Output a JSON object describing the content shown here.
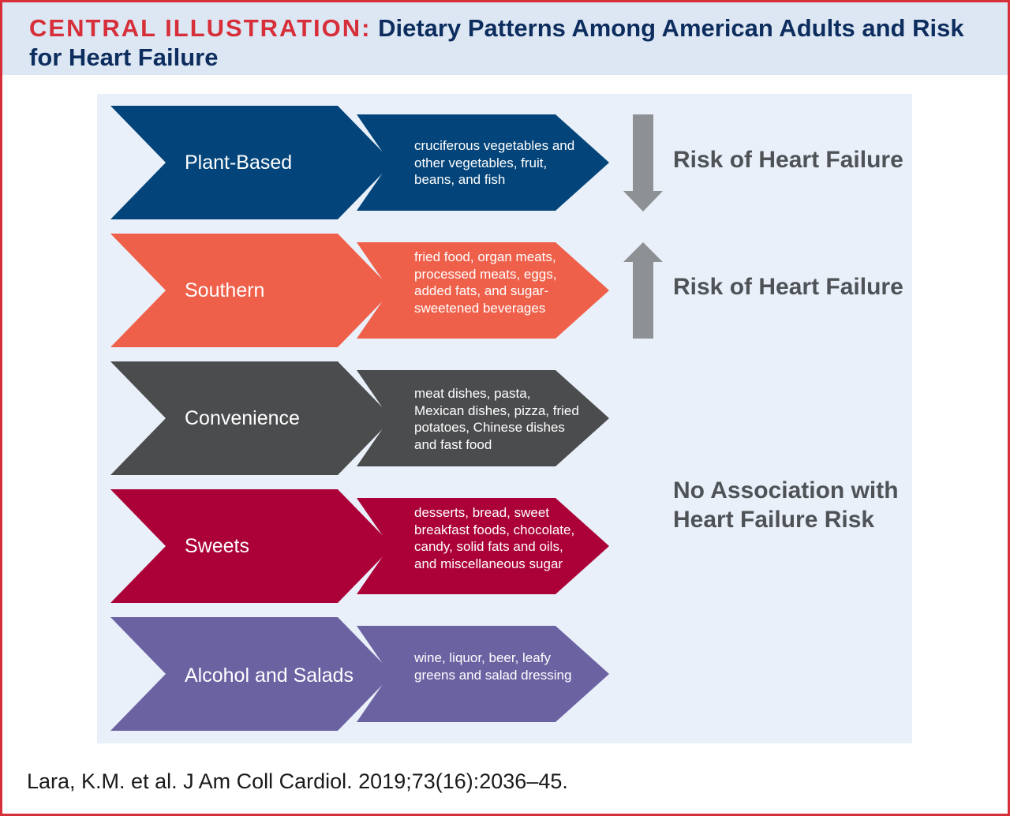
{
  "header": {
    "label": "CENTRAL ILLUSTRATION:",
    "title": "Dietary Patterns Among American Adults and Risk for Heart Failure"
  },
  "patterns": [
    {
      "name": "Plant-Based",
      "foods": "cruciferous vegetables and other vegetables, fruit, beans, and fish",
      "color": "#03457a"
    },
    {
      "name": "Southern",
      "foods": "fried food, organ meats, processed meats, eggs, added fats, and sugar-sweetened beverages",
      "color": "#ef604a"
    },
    {
      "name": "Convenience",
      "foods": "meat dishes, pasta, Mexican dishes, pizza, fried potatoes, Chinese dishes and fast food",
      "color": "#4b4c4e"
    },
    {
      "name": "Sweets",
      "foods": "desserts, bread, sweet breakfast foods, chocolate, candy, solid fats and oils, and miscellaneous sugar",
      "color": "#ac0038"
    },
    {
      "name": "Alcohol and Salads",
      "foods": "wine, liquor, beer, leafy greens and salad dressing",
      "color": "#6b62a2"
    }
  ],
  "risks": [
    {
      "direction": "down",
      "text": "Risk of Heart Failure"
    },
    {
      "direction": "up",
      "text": "Risk of Heart Failure"
    },
    {
      "direction": "none",
      "text": "No Association with Heart Failure Risk"
    }
  ],
  "arrow_color": "#8e9194",
  "citation": "Lara, K.M. et al. J Am Coll Cardiol. 2019;73(16):2036–45."
}
